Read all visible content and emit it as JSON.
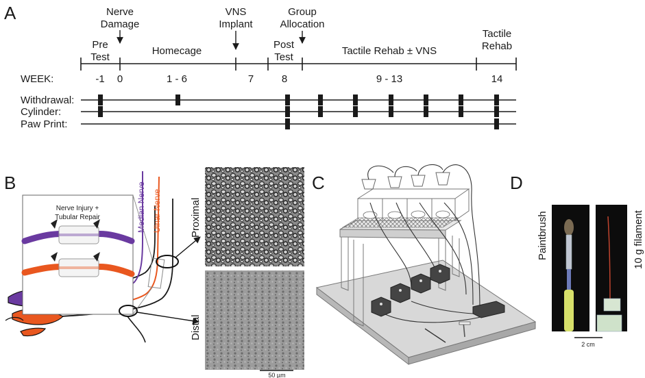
{
  "panels": {
    "a": "A",
    "b": "B",
    "c": "C",
    "d": "D"
  },
  "timeline": {
    "events": [
      {
        "label": "Pre",
        "label2": "Test"
      },
      {
        "label": "Nerve",
        "label2": "Damage"
      },
      {
        "label": "Homecage",
        "label2": ""
      },
      {
        "label": "VNS",
        "label2": "Implant"
      },
      {
        "label": "Post",
        "label2": "Test"
      },
      {
        "label": "Group",
        "label2": "Allocation"
      },
      {
        "label": "Tactile Rehab ± VNS",
        "label2": ""
      },
      {
        "label": "Tactile",
        "label2": "Rehab"
      }
    ],
    "week_label": "WEEK:",
    "weeks": [
      "-1",
      "0",
      "1 - 6",
      "7",
      "8",
      "9 - 13",
      "14"
    ],
    "tests": [
      {
        "name": "Withdrawal:"
      },
      {
        "name": "Cylinder:"
      },
      {
        "name": "Paw Print:"
      }
    ]
  },
  "panel_b": {
    "inset_title_1": "Nerve Injury +",
    "inset_title_2": "Tubular Repair",
    "median_label": "Median Nerve",
    "ulnar_label": "Ulnar Nerve",
    "proximal_label": "Proximal",
    "distal_label": "Distal",
    "scale_bar": "50 µm",
    "colors": {
      "median": "#6a3aa0",
      "ulnar": "#e9571f"
    }
  },
  "panel_d": {
    "paintbrush_label": "Paintbrush",
    "filament_label": "10 g filament",
    "scale_bar": "2 cm"
  }
}
